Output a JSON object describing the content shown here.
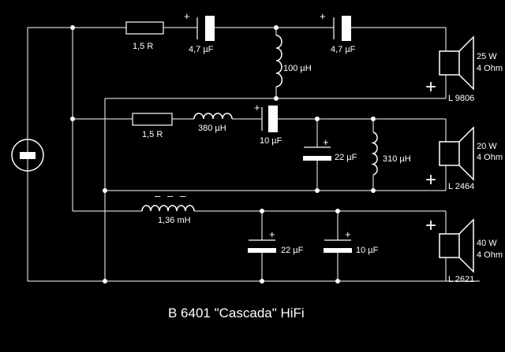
{
  "diagram": {
    "title": "B 6401 \"Cascada\" HiFi",
    "colors": {
      "background": "#000000",
      "line": "#ffffff"
    },
    "components": {
      "r_top": "1,5 R",
      "c_top_1": "4,7 µF",
      "l_top": "100 µH",
      "c_top_2": "4,7 µF",
      "r_mid": "1,5 R",
      "l_mid_series": "380 µH",
      "c_mid_series": "10 µF",
      "c_mid_shunt": "22 µF",
      "l_mid_shunt": "310 µH",
      "l_bottom": "1,36 mH",
      "c_bottom_1": "22 µF",
      "c_bottom_2": "10 µF"
    },
    "speakers": {
      "tweeter": {
        "power": "25 W",
        "impedance": "4 Ohm",
        "model": "L 9806"
      },
      "midrange": {
        "power": "20 W",
        "impedance": "4 Ohm",
        "model": "L 2464"
      },
      "woofer": {
        "power": "40 W",
        "impedance": "4 Ohm",
        "model": "L 2621"
      }
    },
    "symbols": {
      "plus": "+",
      "minus": "–"
    }
  }
}
